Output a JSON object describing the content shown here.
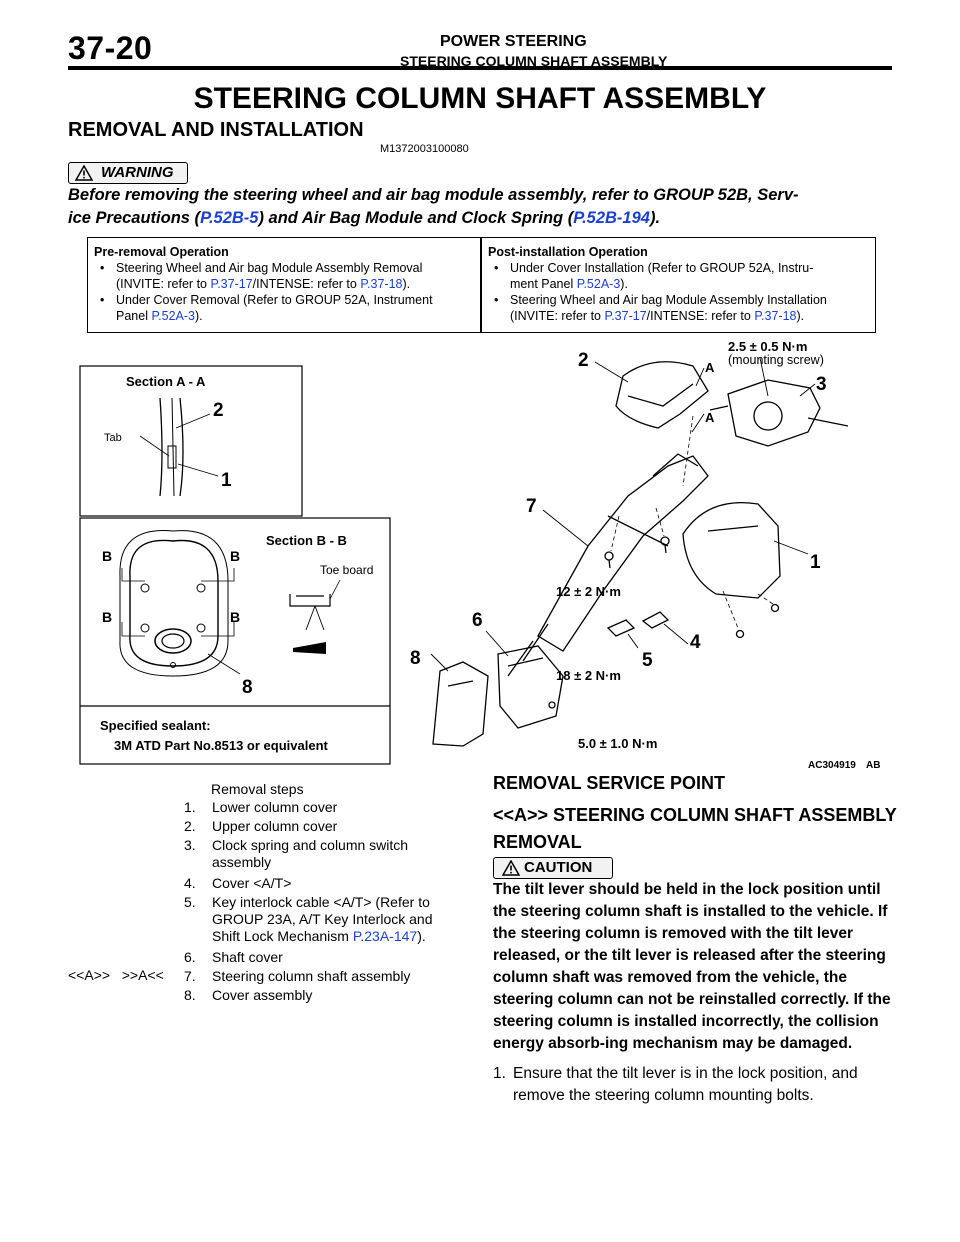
{
  "header": {
    "page_number": "37-20",
    "chapter_title": "POWER STEERING",
    "subtitle": "STEERING COLUMN SHAFT ASSEMBLY"
  },
  "main_title": "STEERING COLUMN SHAFT ASSEMBLY",
  "section": {
    "title": "REMOVAL AND INSTALLATION",
    "code": "M1372003100080"
  },
  "warning": {
    "label": "WARNING",
    "text_1": "Before removing the steering wheel and air bag module assembly, refer to GROUP 52B, Serv-",
    "text_2a": "ice Precautions (",
    "link_1": "P.52B-5",
    "text_2b": ") and Air Bag Module and Clock Spring (",
    "link_2": "P.52B-194",
    "text_2c": ")."
  },
  "operations": {
    "pre": {
      "heading": "Pre-removal Operation",
      "i1_a": "Steering Wheel and Air bag Module Assembly Removal",
      "i1_b": "(INVITE: refer to ",
      "i1_link1": "P.37-17",
      "i1_c": "/INTENSE: refer to ",
      "i1_link2": "P.37-18",
      "i1_d": ").",
      "i2_a": "Under Cover Removal (Refer to GROUP 52A, Instrument",
      "i2_b": "Panel ",
      "i2_link": "P.52A-3",
      "i2_c": ")."
    },
    "post": {
      "heading": "Post-installation Operation",
      "i1_a": "Under Cover Installation (Refer to GROUP 52A, Instru-",
      "i1_b": "ment Panel ",
      "i1_link": "P.52A-3",
      "i1_c": ").",
      "i2_a": "Steering Wheel and Air bag Module Assembly Installation",
      "i2_b": "(INVITE: refer to ",
      "i2_link1": "P.37-17",
      "i2_c": "/INTENSE: refer to ",
      "i2_link2": "P.37-18",
      "i2_d": ")."
    }
  },
  "figure": {
    "section_a": "Section A - A",
    "tab": "Tab",
    "section_b": "Section B - B",
    "toe_board": "Toe board",
    "sealant_label": "Specified sealant:",
    "sealant_value": "3M ATD Part No.8513 or equivalent",
    "torque_screw": "2.5 ± 0.5 N·m",
    "mounting_screw": "(mounting screw)",
    "torque_12": "12 ± 2 N·m",
    "torque_18": "18 ± 2 N·m",
    "torque_5": "5.0 ± 1.0 N·m",
    "code": "AC304919",
    "code_suffix": "AB",
    "A": "A",
    "B": "B",
    "n1": "1",
    "n2": "2",
    "n3": "3",
    "n4": "4",
    "n5": "5",
    "n6": "6",
    "n7": "7",
    "n8": "8"
  },
  "removal_steps": {
    "title": "Removal steps",
    "steps": [
      {
        "n": "1.",
        "text": "Lower column cover"
      },
      {
        "n": "2.",
        "text": "Upper column cover"
      },
      {
        "n": "3.",
        "text": "Clock spring and column switch assembly"
      },
      {
        "n": "4.",
        "text": "Cover <A/T>"
      },
      {
        "n": "5.",
        "text_a": "Key interlock cable <A/T> (Refer to GROUP 23A, A/T Key Interlock and Shift Lock Mechanism ",
        "link": "P.23A-147",
        "text_b": ")."
      },
      {
        "n": "6.",
        "text": "Shaft cover"
      },
      {
        "n": "7.",
        "text": "Steering column shaft assembly"
      },
      {
        "n": "8.",
        "text": "Cover assembly"
      }
    ],
    "mark_removal": "<<A>>",
    "mark_install": ">>A<<"
  },
  "service_point": {
    "title": "REMOVAL SERVICE POINT",
    "subtitle": "<<A>> STEERING COLUMN SHAFT ASSEMBLY REMOVAL",
    "caution_label": "CAUTION",
    "caution_text": "The tilt lever should be held in the lock position until the steering column shaft is installed to the vehicle. If the steering column is removed with the tilt lever released, or the tilt lever is released after the steering column shaft was removed from the vehicle, the steering column can not be reinstalled correctly. If the steering column is installed incorrectly, the collision energy absorb-ing mechanism may be damaged.",
    "instr_n": "1.",
    "instr_text": "Ensure that the tilt lever is in the lock position, and remove the steering column mounting bolts."
  }
}
